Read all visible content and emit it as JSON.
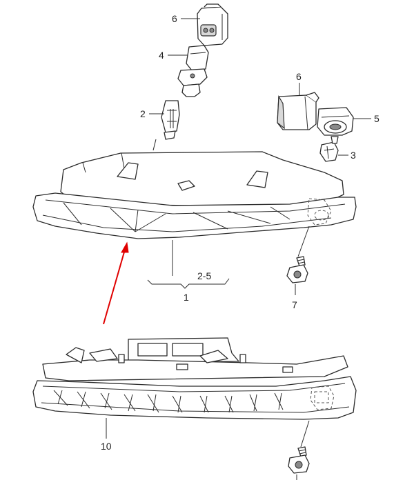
{
  "diagram": {
    "callouts": {
      "c1": "1",
      "c2": "2",
      "c2_5": "2-5",
      "c3": "3",
      "c4": "4",
      "c5": "5",
      "c6a": "6",
      "c6b": "6",
      "c7": "7",
      "c10": "10"
    },
    "colors": {
      "arrow": "#e00000",
      "line": "#2b2b2b"
    }
  }
}
